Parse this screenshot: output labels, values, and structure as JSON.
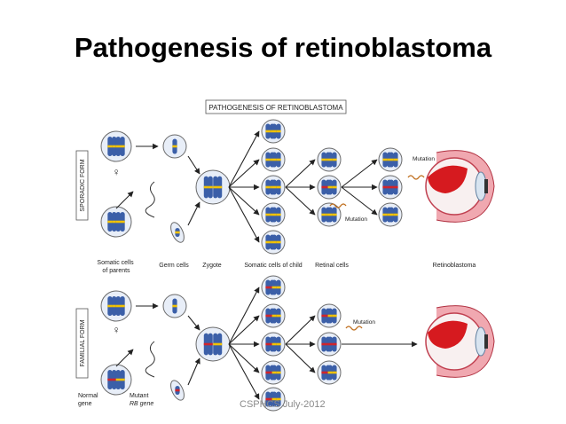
{
  "slide": {
    "title": "Pathogenesis of retinoblastoma",
    "footer": "CSPHCS July-2012"
  },
  "diagram": {
    "heading": "PATHOGENESIS OF RETINOBLASTOMA",
    "sporadic_label": "SPORADIC FORM",
    "familial_label": "FAMILIAL FORM",
    "stage_labels": {
      "parents": [
        "Somatic cells",
        "of parents"
      ],
      "germ": "Germ cells",
      "zygote": "Zygote",
      "child": "Somatic cells of child",
      "retinal": "Retinal cells",
      "tumor": "Retinoblastoma"
    },
    "mutation_label": "Mutation",
    "normal_gene": [
      "Normal",
      "gene"
    ],
    "mutant_gene": [
      "Mutant",
      "RB gene"
    ],
    "colors": {
      "chromosome": "#3b5fa8",
      "normal_band": "#f2c200",
      "mutant_band": "#d2232a",
      "cell_fill": "#e8eef8",
      "cell_stroke": "#6a6a6a",
      "tumor": "#d61a1f"
    }
  }
}
